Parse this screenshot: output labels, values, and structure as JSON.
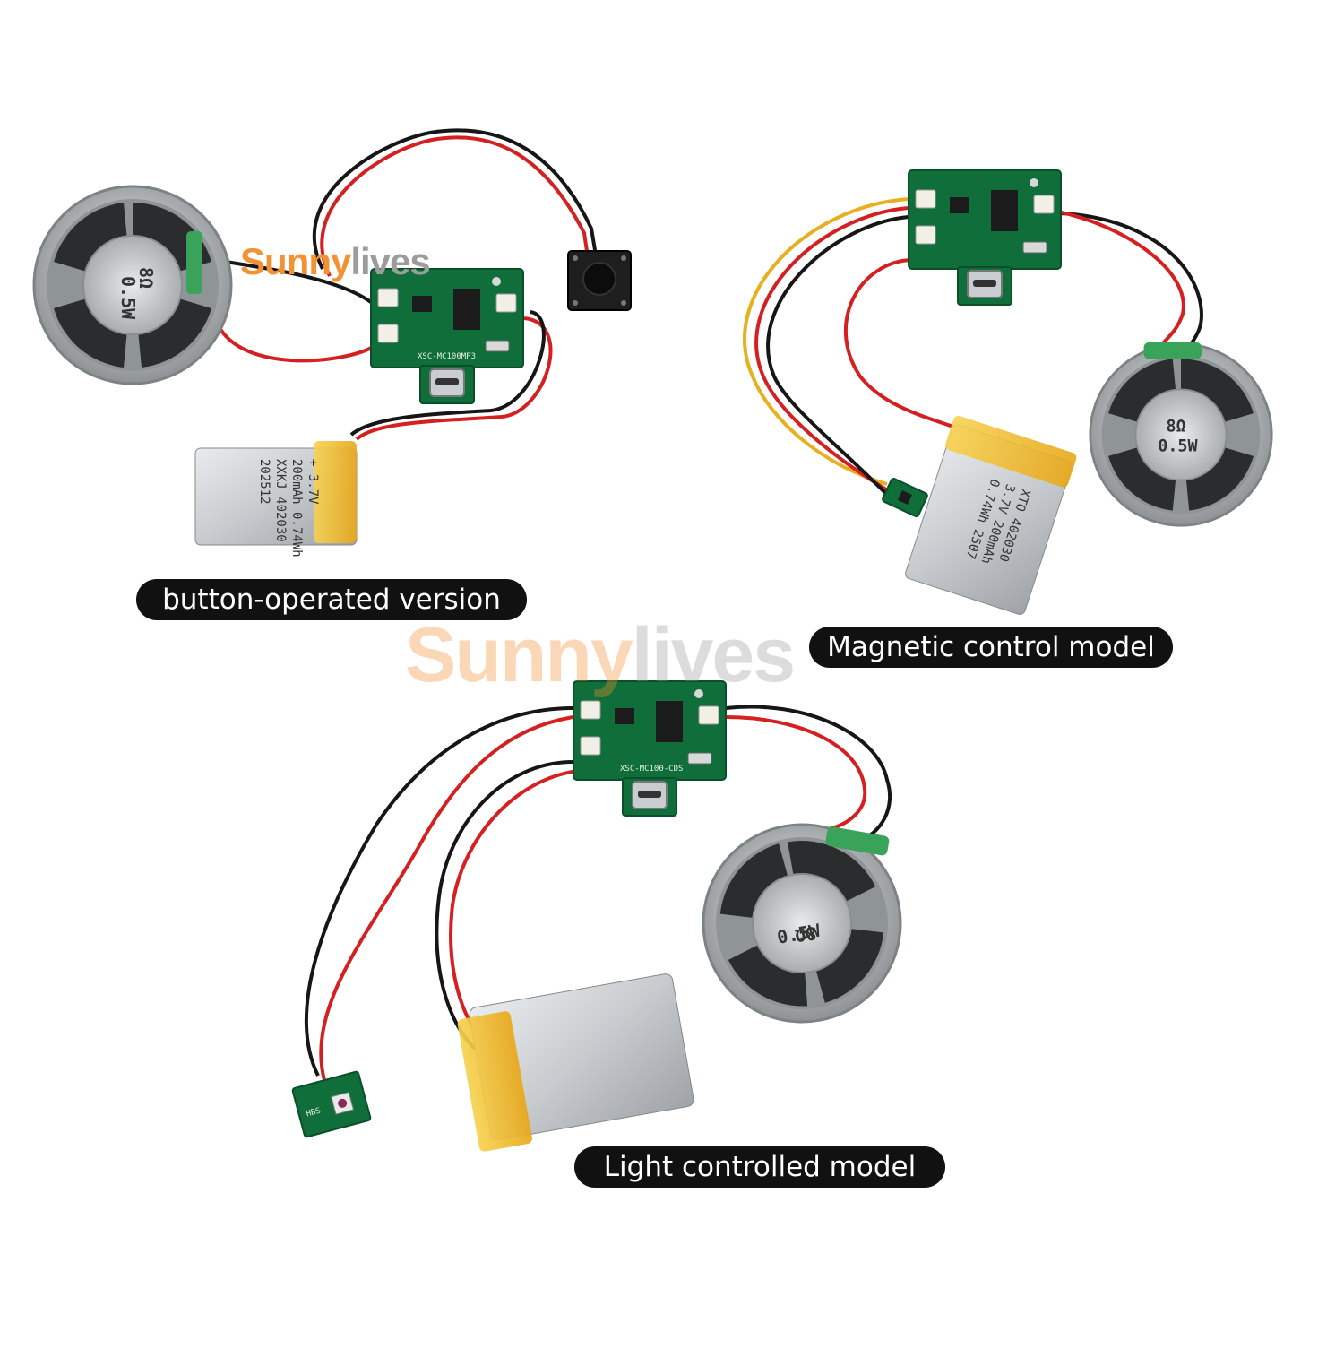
{
  "watermark": {
    "brand_part1": "Sunny",
    "brand_part2": "lives",
    "accent_color": "#f39233",
    "secondary_color": "#9c9c9c"
  },
  "captions": {
    "button": "button-operated version",
    "magnetic": "Magnetic control model",
    "light": "Light controlled model"
  },
  "boards": {
    "button_board_label": "XSC-MC100MP3",
    "light_board_label": "XSC-MC100-CDS"
  },
  "batteries": {
    "button_lines": [
      "+ 3.7V",
      "200mAh 0.74Wh",
      "XXKJ 402030",
      "202512"
    ],
    "magnetic_lines": [
      "XTO 402030",
      "3.7V 200mAh",
      "0.74Wh 2507"
    ]
  },
  "speakers": {
    "rating_impedance": "8Ω",
    "rating_power": "0.5W"
  },
  "sensors": {
    "light_sensor_label": "HBS"
  },
  "colors": {
    "pcb_green": "#0f6e3a",
    "wire_red": "#d42020",
    "wire_black": "#161616",
    "wire_yellow": "#e6b020",
    "battery_wrap": "#f2c030",
    "speaker_metal": "#b9bcbf"
  }
}
